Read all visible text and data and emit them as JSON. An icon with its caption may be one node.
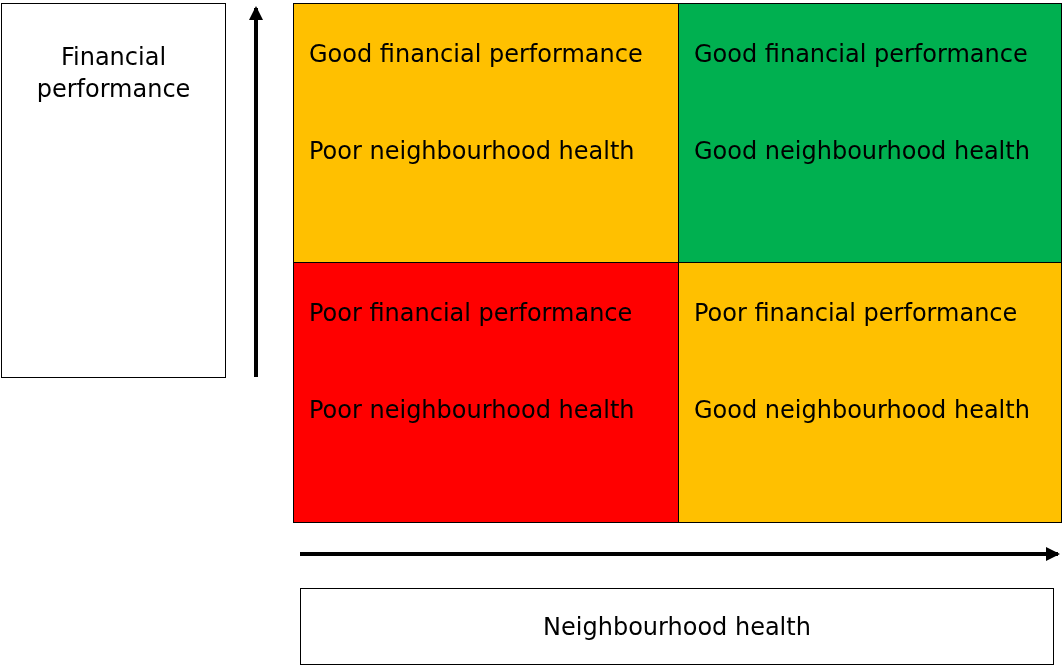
{
  "diagram": {
    "nodes": [
      {
        "text": [
          "Financial performance"
        ]
      },
      {
        "text": [
          "Good financial performance",
          "Poor neighbourhood health"
        ]
      },
      {
        "text": [
          "Good financial performance",
          "Good neighbourhood health"
        ]
      },
      {
        "text": [
          "Poor financial performance",
          "Poor neighbourhood health"
        ]
      },
      {
        "text": [
          "Poor financial performance",
          "Good neighbourhood health"
        ]
      },
      {
        "text": [
          "Neighbourhood health"
        ]
      }
    ],
    "edges": []
  }
}
